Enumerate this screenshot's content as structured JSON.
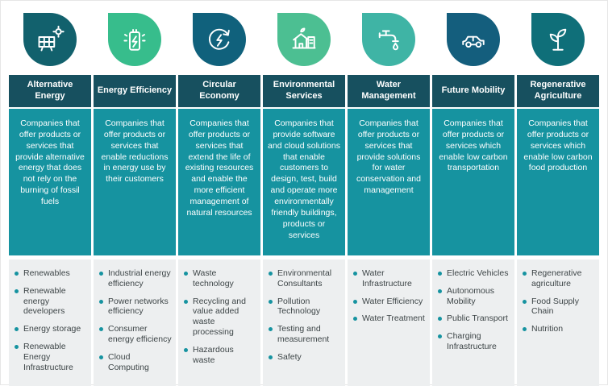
{
  "page": {
    "background": "#ffffff"
  },
  "table": {
    "colors": {
      "header_bg": "#17505f",
      "header_text": "#ffffff",
      "description_bg": "#1693a0",
      "description_text": "#ffffff",
      "bullets_bg": "#edeff0",
      "bullet_marker": "#1693a0",
      "bullet_text": "#3d4547"
    },
    "columns": [
      {
        "title": "Alternative Energy",
        "icon": "solar-panel-icon",
        "leaf_color": "#12616d",
        "description": "Companies that offer products or services that provide alternative energy that does not rely on the burning of fossil fuels",
        "bullets": [
          "Renewables",
          "Renewable energy developers",
          "Energy storage",
          "Renewable Energy Infrastructure"
        ]
      },
      {
        "title": "Energy Efficiency",
        "icon": "battery-energy-icon",
        "leaf_color": "#37bd8c",
        "description": "Companies that offer products or services that enable reductions in energy use by their customers",
        "bullets": [
          "Industrial energy efficiency",
          "Power networks efficiency",
          "Consumer energy efficiency",
          "Cloud Computing"
        ]
      },
      {
        "title": "Circular Economy",
        "icon": "circular-energy-icon",
        "leaf_color": "#10617c",
        "description": "Companies that offer products or services that extend the life of existing resources and enable the more efficient management of natural resources",
        "bullets": [
          "Waste technology",
          "Recycling and value added waste processing",
          "Hazardous waste"
        ]
      },
      {
        "title": "Environmental Services",
        "icon": "eco-buildings-icon",
        "leaf_color": "#4cbf92",
        "description": "Companies that provide software and cloud solutions that enable customers to design, test, build and operate more environmentally friendly buildings, products or services",
        "bullets": [
          "Environmental Consultants",
          "Pollution Technology",
          "Testing and measurement",
          "Safety"
        ]
      },
      {
        "title": "Water Management",
        "icon": "water-tap-icon",
        "leaf_color": "#3fb4a5",
        "description": "Companies that offer products or services that provide solutions for water conservation and management",
        "bullets": [
          "Water Infrastructure",
          "Water Efficiency",
          "Water Treatment"
        ]
      },
      {
        "title": "Future Mobility",
        "icon": "electric-car-icon",
        "leaf_color": "#145e7d",
        "description": "Companies that offer products or services which enable low carbon transportation",
        "bullets": [
          "Electric Vehicles",
          "Autonomous Mobility",
          "Public Transport",
          "Charging Infrastructure"
        ]
      },
      {
        "title": "Regenerative Agriculture",
        "icon": "plant-icon",
        "leaf_color": "#0f6f79",
        "description": "Companies that offer products or services which enable low carbon food production",
        "bullets": [
          "Regenerative agriculture",
          "Food Supply Chain",
          "Nutrition"
        ]
      }
    ]
  }
}
